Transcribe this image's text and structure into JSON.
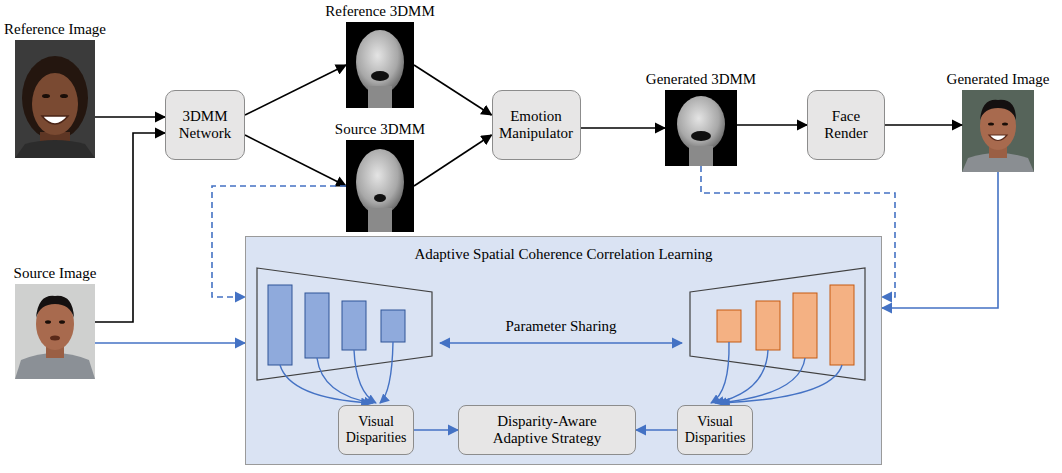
{
  "diagram": {
    "nodes": [
      {
        "text": [
          "Reference Image"
        ]
      },
      {
        "text": [
          "3DMM Network"
        ]
      },
      {
        "text": [
          "Reference 3DMM"
        ]
      },
      {
        "text": [
          "Source 3DMM"
        ]
      },
      {
        "text": [
          "Emotion Manipulator"
        ]
      },
      {
        "text": [
          "Generated 3DMM"
        ]
      },
      {
        "text": [
          "Face Render"
        ]
      },
      {
        "text": [
          "Generated Image"
        ]
      },
      {
        "text": [
          "Source Image"
        ]
      },
      {
        "text": [
          "Adaptive Spatial Coherence Correlation Learning"
        ]
      },
      {
        "text": [
          "Visual Disparities"
        ],
        "in": 9
      },
      {
        "text": [
          "Disparity-Aware Adaptive Strategy"
        ],
        "in": 9
      },
      {
        "text": [
          "Visual Disparities"
        ],
        "in": 9
      }
    ],
    "edges": [
      {
        "from": 0,
        "to": 1,
        "arrow": "to"
      },
      {
        "from": 8,
        "to": 1,
        "arrow": "to"
      },
      {
        "from": 1,
        "to": 2,
        "arrow": "to"
      },
      {
        "from": 1,
        "to": 3,
        "arrow": "to"
      },
      {
        "from": 2,
        "to": 4,
        "arrow": "to"
      },
      {
        "from": 3,
        "to": 4,
        "arrow": "to"
      },
      {
        "from": 4,
        "to": 5,
        "arrow": "to"
      },
      {
        "from": 5,
        "to": 6,
        "arrow": "to"
      },
      {
        "from": 6,
        "to": 7,
        "arrow": "to"
      },
      {
        "from": 8,
        "to": 9,
        "arrow": "to"
      },
      {
        "from": 3,
        "to": 9,
        "arrow": "to"
      },
      {
        "from": 5,
        "to": 9,
        "arrow": "to"
      },
      {
        "from": 7,
        "to": 9,
        "arrow": "to"
      },
      {
        "from": 10,
        "to": 11,
        "arrow": "to"
      },
      {
        "from": 12,
        "to": 11,
        "arrow": "to"
      }
    ],
    "labels": [
      "Parameter Sharing"
    ]
  }
}
